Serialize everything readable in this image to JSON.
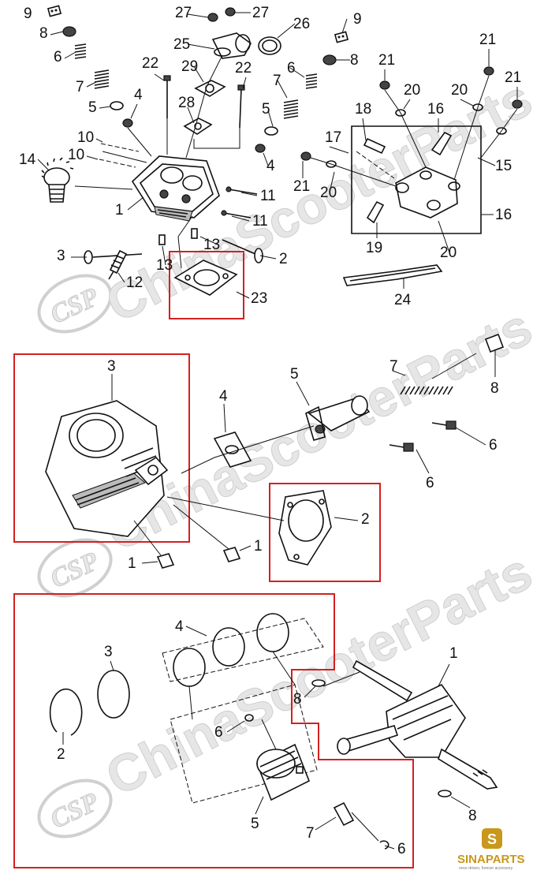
{
  "watermark": {
    "logo_text": "CSP",
    "brand_text": "ChinaScooterParts"
  },
  "brand": {
    "name": "SINAPARTS",
    "tagline": "once driven, forever accessory",
    "icon": "s-badge-icon",
    "color": "#c9971c"
  },
  "colors": {
    "highlight_box": "#d42020"
  },
  "icons": [
    "valve-spring-icon",
    "spark-plug-icon",
    "gasket-icon",
    "cylinder-icon",
    "tensioner-icon",
    "piston-icon",
    "crankshaft-icon",
    "rocker-arm-icon",
    "cam-chain-guide-icon"
  ],
  "sections": {
    "cylinder_head": {
      "callouts": [
        "9",
        "8",
        "6",
        "7",
        "5",
        "4",
        "27",
        "27",
        "25",
        "26",
        "29",
        "22",
        "22",
        "28",
        "9",
        "8",
        "6",
        "7",
        "5",
        "4",
        "10",
        "10",
        "14",
        "1",
        "11",
        "11",
        "3",
        "12",
        "13",
        "13",
        "2",
        "23",
        "21",
        "21",
        "21",
        "20",
        "20",
        "18",
        "16",
        "17",
        "21",
        "20",
        "15",
        "16",
        "19",
        "20",
        "24"
      ]
    },
    "cylinder": {
      "callouts": [
        "3",
        "4",
        "5",
        "7",
        "8",
        "6",
        "6",
        "2",
        "1",
        "1"
      ]
    },
    "piston_crank": {
      "callouts": [
        "4",
        "3",
        "2",
        "6",
        "5",
        "7",
        "6",
        "1",
        "8",
        "8"
      ]
    }
  }
}
